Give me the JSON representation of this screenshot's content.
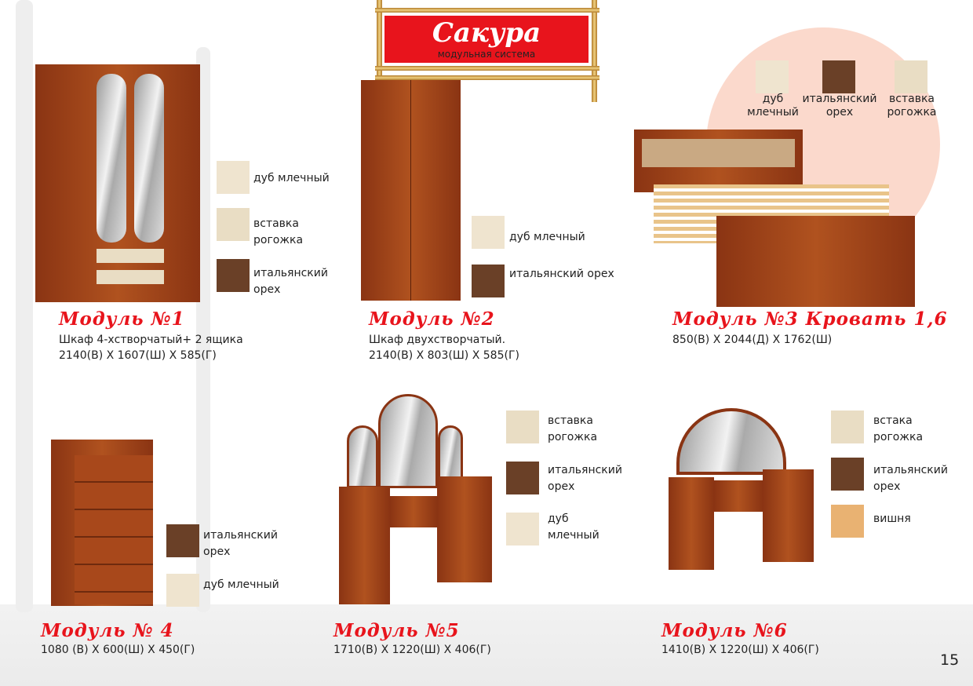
{
  "header": {
    "brand": "Сакура",
    "subtitle": "модульная система"
  },
  "colors": {
    "accent": "#e8141c",
    "dub_mlechny": "#efe4cf",
    "vstavka_rogozhka": "#e9ddc4",
    "italyansky_oreh": "#6a4027",
    "vishnya": "#e9b272"
  },
  "modules": [
    {
      "title": "Модуль №1",
      "desc": "Шкаф 4-хстворчатый+ 2 ящика",
      "dims": "2140(В) Х 1607(Ш) Х 585(Г)",
      "swatches": [
        "дуб млечный",
        "вставка рогожка",
        "итальянский орех"
      ]
    },
    {
      "title": "Модуль №2",
      "desc": "Шкаф двухстворчатый.",
      "dims": "2140(В) Х 803(Ш) Х 585(Г)",
      "swatches": [
        "дуб млечный",
        "итальянский орех"
      ]
    },
    {
      "title": "Модуль №3 Кровать 1,6",
      "dims": "850(В) Х 2044(Д) Х 1762(Ш)",
      "swatches": [
        "дуб млечный",
        "итальянский орех",
        "вставка рогожка"
      ]
    },
    {
      "title": "Модуль № 4",
      "dims": "1080 (В) Х 600(Ш) Х 450(Г)",
      "swatches": [
        "итальянский орех",
        "дуб млечный"
      ]
    },
    {
      "title": "Модуль №5",
      "dims": "1710(В) Х 1220(Ш) Х 406(Г)",
      "swatches": [
        "вставка рогожка",
        "итальянский орех",
        "дуб млечный"
      ]
    },
    {
      "title": "Модуль №6",
      "dims": "1410(В) Х 1220(Ш) Х 406(Г)",
      "swatches": [
        "встака рогожка",
        "итальянский орех",
        "вишня"
      ]
    }
  ],
  "page_number": "15"
}
